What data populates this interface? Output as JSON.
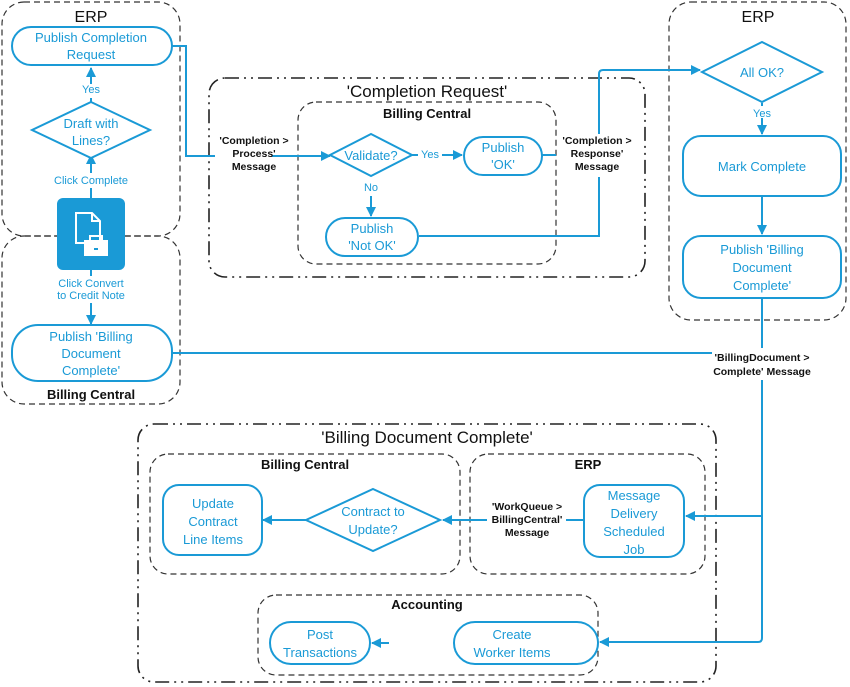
{
  "colors": {
    "accent": "#1a9ad6",
    "border": "#333333",
    "icon_bg": "#1a9ad6"
  },
  "groups": {
    "completion_request": "'Completion Request'",
    "billing_document_complete": "'Billing Document Complete'"
  },
  "lanes": {
    "erp_left": "ERP",
    "billing_central_left": "Billing Central",
    "billing_central_mid": "Billing Central",
    "erp_right": "ERP",
    "billing_central_bottom": "Billing Central",
    "erp_bottom": "ERP",
    "accounting": "Accounting"
  },
  "nodes": {
    "publish_completion_request": [
      "Publish Completion",
      "Request"
    ],
    "draft_with_lines": [
      "Draft with",
      "Lines?"
    ],
    "publish_billing_doc_left": [
      "Publish 'Billing",
      "Document",
      "Complete'"
    ],
    "validate": [
      "Validate?"
    ],
    "publish_ok": [
      "Publish",
      "'OK'"
    ],
    "publish_not_ok": [
      "Publish",
      "'Not OK'"
    ],
    "all_ok": [
      "All OK?"
    ],
    "mark_complete": [
      "Mark Complete"
    ],
    "publish_billing_doc_right": [
      "Publish 'Billing",
      "Document",
      "Complete'"
    ],
    "message_delivery_job": [
      "Message",
      "Delivery",
      "Scheduled",
      "Job"
    ],
    "contract_to_update": [
      "Contract to",
      "Update?"
    ],
    "update_contract_line_items": [
      "Update",
      "Contract",
      "Line Items"
    ],
    "create_worker_items": [
      "Create",
      "Worker Items"
    ],
    "post_transactions": [
      "Post",
      "Transactions"
    ]
  },
  "icon": {
    "name": "document-briefcase-icon"
  },
  "edge_labels": {
    "yes_draft": "Yes",
    "click_complete": "Click Complete",
    "click_convert": [
      "Click Convert",
      "to Credit Note"
    ],
    "yes_validate": "Yes",
    "no_validate": "No",
    "yes_all_ok": "Yes"
  },
  "messages": {
    "completion_process": [
      "'Completion >",
      "Process'",
      "Message"
    ],
    "completion_response": [
      "'Completion >",
      "Response'",
      "Message"
    ],
    "billing_document_complete": [
      "'BillingDocument >",
      "Complete' Message"
    ],
    "workqueue_billingcentral": [
      "'WorkQueue >",
      "BillingCentral'",
      "Message"
    ]
  }
}
